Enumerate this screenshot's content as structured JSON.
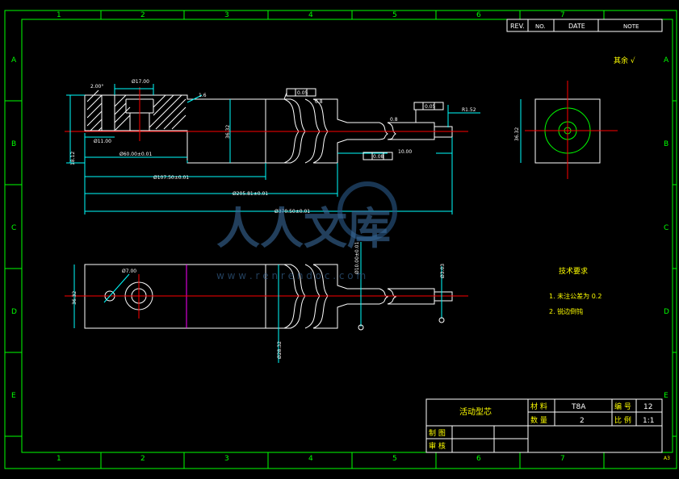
{
  "border": {
    "columns_top": [
      "1",
      "2",
      "3",
      "4",
      "5",
      "6",
      "7"
    ],
    "columns_bottom": [
      "1",
      "2",
      "3",
      "4",
      "5",
      "6",
      "7"
    ],
    "rows_left": [
      "A",
      "B",
      "C",
      "D",
      "E"
    ],
    "rows_right": [
      "A",
      "B",
      "C",
      "D",
      "E"
    ]
  },
  "revision_table": {
    "rev": "REV.",
    "no": "NO.",
    "date": "DATE",
    "note": "NOTE"
  },
  "roughness_note": "其余 √",
  "dimensions": {
    "angle": "2.00°",
    "d17": "Ø17.00",
    "rough1": "1.6",
    "tol_a1": "0.05",
    "rough2": "0.8",
    "rough3": "0.8",
    "tol_a2": "0.05",
    "r152": "R1.52",
    "d11": "Ø11.00",
    "h1812": "18.12",
    "h3632": "36.32",
    "l6000": "Ø60.00±0.01",
    "l10750": "Ø107.50±0.01",
    "l20581": "Ø205.81±0.01",
    "l37050": "Ø370.50±0.01",
    "tol_c": "0.08",
    "len1000": "10.00",
    "side_h": "36.32",
    "front_h": "36.32",
    "d700": "Ø7.00",
    "d10": "Ø10.00±0.01",
    "d3": "Ø3.03",
    "d2832": "Ø28.32"
  },
  "watermark": {
    "text": "人人文库",
    "url": "w w w . r e n r e n d o c . c o m"
  },
  "notes": {
    "title": "技术要求",
    "items": [
      "1. 未注公差为 0.2",
      "2. 锐边倒钝"
    ]
  },
  "title_block": {
    "part_name": "活动型芯",
    "material_label": "材 料",
    "material": "T8A",
    "number_label": "编 号",
    "number": "12",
    "quantity_label": "数 量",
    "quantity": "2",
    "scale_label": "比 例",
    "scale": "1:1",
    "drawn_label": "制 图",
    "check_label": "审 核"
  },
  "corner_mark": "A3"
}
